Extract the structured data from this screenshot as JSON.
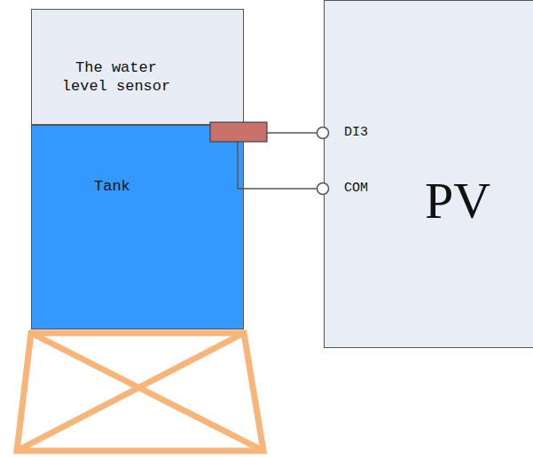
{
  "diagram": {
    "nodes": [
      {
        "text": [
          "The water level sensor"
        ]
      },
      {
        "text": [
          "Tank"
        ]
      },
      {
        "text": [
          "PV"
        ]
      }
    ],
    "edges": [
      {
        "from": 0,
        "to": 2,
        "arrow": "none"
      },
      {
        "from": 0,
        "to": 2,
        "arrow": "none"
      }
    ],
    "labels": [
      "DI3",
      "COM"
    ]
  }
}
